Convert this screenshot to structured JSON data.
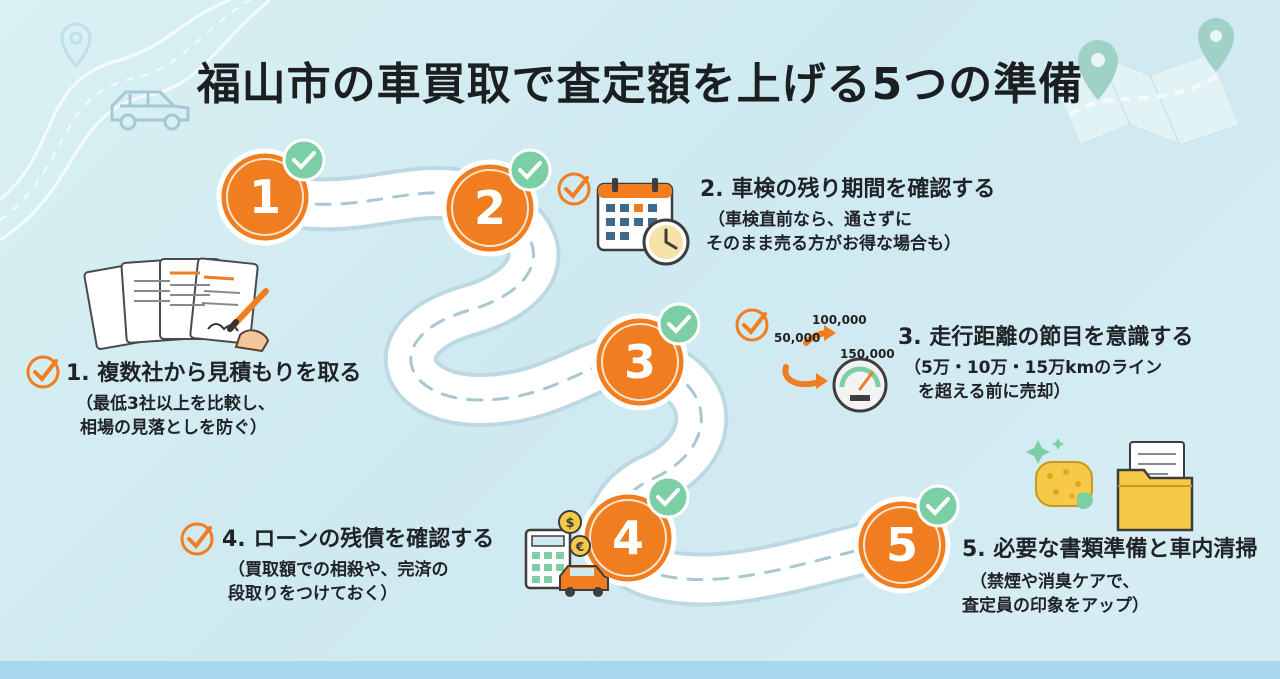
{
  "title": "福山市の車買取で査定額を上げる5つの準備",
  "steps": [
    {
      "number": "1",
      "heading": "1. 複数社から見積もりを取る",
      "sub1": "（最低3社以上を比較し、",
      "sub2": "相場の見落としを防ぐ）"
    },
    {
      "number": "2",
      "heading": "2. 車検の残り期間を確認する",
      "sub1": "（車検直前なら、通さずに",
      "sub2": "そのまま売る方がお得な場合も）"
    },
    {
      "number": "3",
      "heading": "3. 走行距離の節目を意識する",
      "sub1": "（5万・10万・15万kmのライン",
      "sub2": "を超える前に売却）"
    },
    {
      "number": "4",
      "heading": "4. ローンの残債を確認する",
      "sub1": "（買取額での相殺や、完済の",
      "sub2": "段取りをつけておく）"
    },
    {
      "number": "5",
      "heading": "5. 必要な書類準備と車内清掃",
      "sub1": "（禁煙や消臭ケアで、",
      "sub2": "査定員の印象をアップ）"
    }
  ],
  "mileage_labels": [
    "50,000",
    "100,000",
    "150,000"
  ],
  "colors": {
    "accent": "#f07d1f",
    "check_green": "#7ccfa5",
    "road": "#ffffff",
    "background": "#d6edf3"
  }
}
